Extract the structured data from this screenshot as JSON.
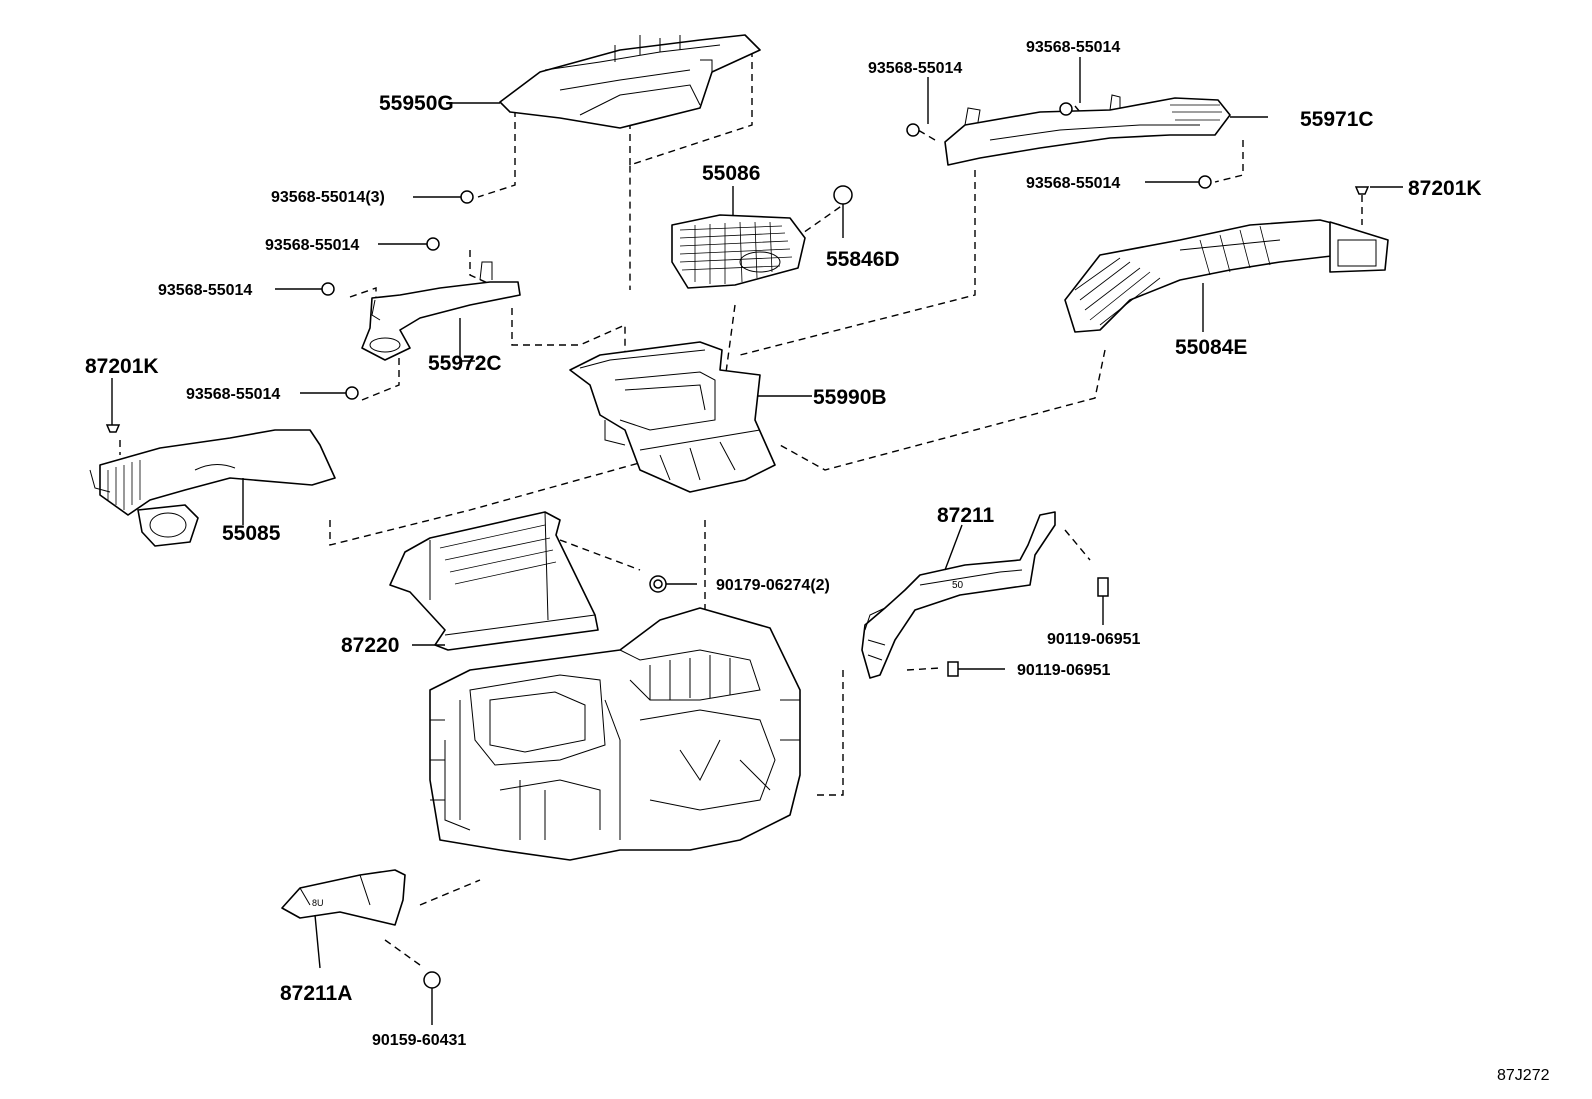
{
  "diagram_id": "87J272",
  "parts": {
    "p55950G": "55950G",
    "p93568_3": "93568-55014(3)",
    "p93568_a": "93568-55014",
    "p93568_b": "93568-55014",
    "p93568_c": "93568-55014",
    "p93568_d": "93568-55014",
    "p93568_e": "93568-55014",
    "p93568_f": "93568-55014",
    "p55972C": "55972C",
    "p87201K_left": "87201K",
    "p55085": "55085",
    "p55086": "55086",
    "p55846D": "55846D",
    "p55990B": "55990B",
    "p55971C": "55971C",
    "p87201K_right": "87201K",
    "p55084E": "55084E",
    "p90179": "90179-06274(2)",
    "p87220": "87220",
    "p87211": "87211",
    "p90119_a": "90119-06951",
    "p90119_b": "90119-06951",
    "p87211A": "87211A",
    "p90159": "90159-60431"
  }
}
